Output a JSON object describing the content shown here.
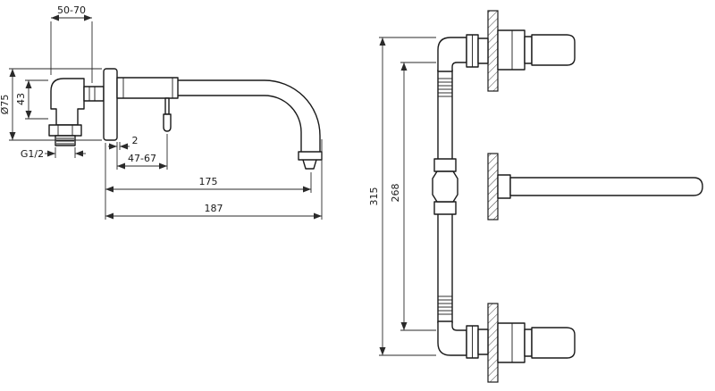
{
  "colors": {
    "line": "#1a1a1a",
    "dimension": "#2a2a2a",
    "hatch": "#444444",
    "background": "#ffffff"
  },
  "side_view": {
    "dim_wall_offset": "50-70",
    "dim_escutcheon_diameter": "Ø75",
    "dim_elbow_height": "43",
    "dim_thread": "G1/2",
    "dim_gap": "2",
    "dim_handle_depth": "47-67",
    "dim_spout_reach": "175",
    "dim_total_depth": "187"
  },
  "front_view": {
    "dim_overall_height": "315",
    "dim_body_height": "268"
  }
}
